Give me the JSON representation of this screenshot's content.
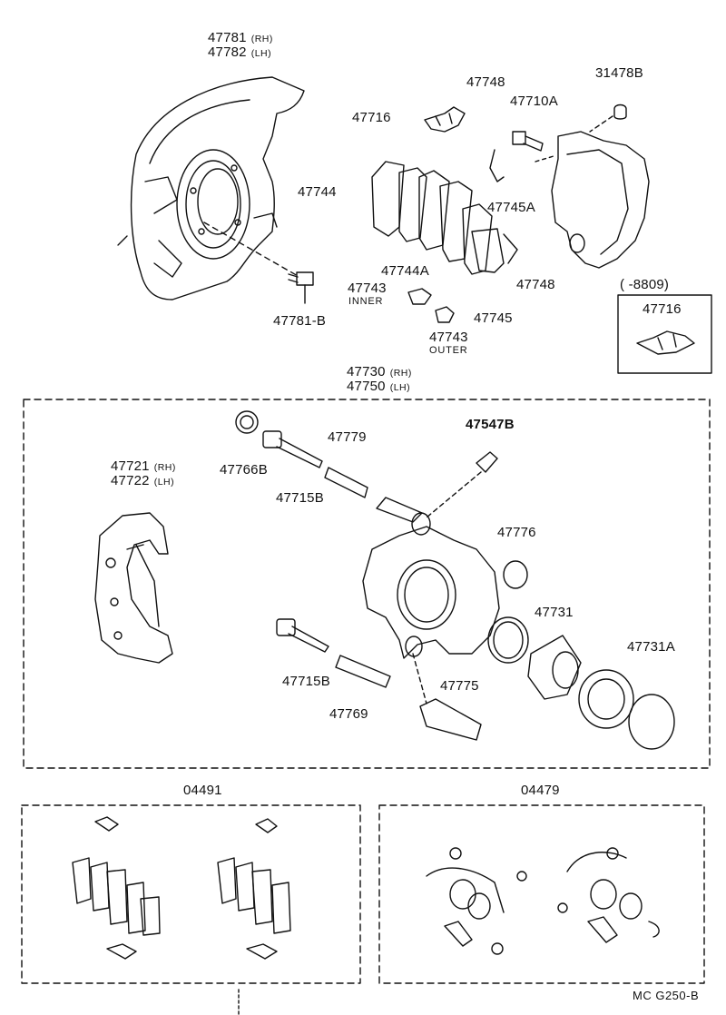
{
  "parts": {
    "p47781": "47781",
    "p47781_side": "(RH)",
    "p47782": "47782",
    "p47782_side": "(LH)",
    "p47716": "47716",
    "p47748_top": "47748",
    "p47710A": "47710A",
    "p31478B": "31478B",
    "p47744": "47744",
    "p47745A": "47745A",
    "p47744A": "47744A",
    "p47748_bot": "47748",
    "p47743_inner": "47743",
    "inner_text": "INNER",
    "p47745": "47745",
    "p47743_outer": "47743",
    "outer_text": "OUTER",
    "p47781B": "47781-B",
    "inset_date": "(        -8809)",
    "inset_part": "47716",
    "p47730": "47730",
    "p47730_side": "(RH)",
    "p47750": "47750",
    "p47750_side": "(LH)",
    "p47766B": "47766B",
    "p47779": "47779",
    "p47547B": "47547B",
    "p47721": "47721",
    "p47721_side": "(RH)",
    "p47722": "47722",
    "p47722_side": "(LH)",
    "p47715B_top": "47715B",
    "p47776": "47776",
    "p47731": "47731",
    "p47731A": "47731A",
    "p47715B_bot": "47715B",
    "p47775": "47775",
    "p47769": "47769",
    "p04491": "04491",
    "p04479": "04479"
  },
  "footer": {
    "code": "MC  G250-B"
  }
}
